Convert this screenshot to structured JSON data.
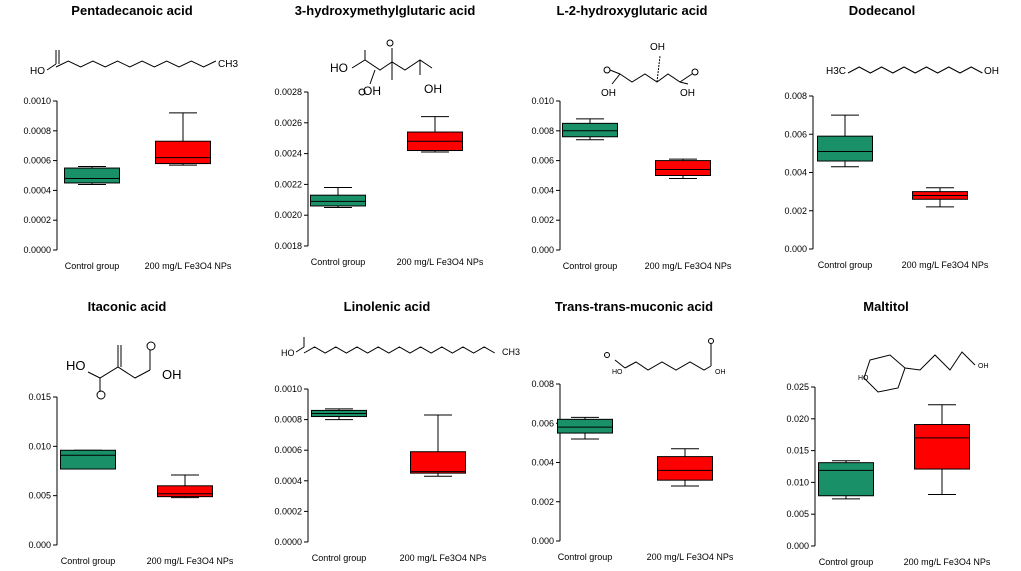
{
  "colors": {
    "control": "#1a9068",
    "treatment": "#ff0000"
  },
  "chart_data": [
    {
      "type": "box",
      "title": "Pentadecanoic acid",
      "structure_label": [
        "HO",
        "CH3"
      ],
      "categories": [
        "Control group",
        "200 mg/L Fe3O4 NPs"
      ],
      "ylim": [
        0,
        0.001
      ],
      "yticks": [
        "0.0000",
        "0.0002",
        "0.0004",
        "0.0006",
        "0.0008",
        "0.0010"
      ],
      "boxes": [
        {
          "min": 0.00044,
          "q1": 0.00045,
          "median": 0.00048,
          "q3": 0.00055,
          "max": 0.00056
        },
        {
          "min": 0.00057,
          "q1": 0.00058,
          "median": 0.00062,
          "q3": 0.00073,
          "max": 0.00092
        }
      ]
    },
    {
      "type": "box",
      "title": "3-hydroxymethylglutaric acid",
      "structure_label": [
        "HO",
        "OH",
        "OH"
      ],
      "categories": [
        "Control group",
        "200 mg/L Fe3O4 NPs"
      ],
      "ylim": [
        0.0018,
        0.0028
      ],
      "yticks": [
        "0.0018",
        "0.0020",
        "0.0022",
        "0.0024",
        "0.0026",
        "0.0028"
      ],
      "boxes": [
        {
          "min": 0.00205,
          "q1": 0.00206,
          "median": 0.00209,
          "q3": 0.00213,
          "max": 0.00218
        },
        {
          "min": 0.00241,
          "q1": 0.00242,
          "median": 0.00248,
          "q3": 0.00254,
          "max": 0.00264
        }
      ]
    },
    {
      "type": "box",
      "title": "L-2-hydroxyglutaric acid",
      "structure_label": [
        "OH",
        "OH",
        "OH"
      ],
      "categories": [
        "Control group",
        "200 mg/L Fe3O4 NPs"
      ],
      "ylim": [
        0,
        0.01
      ],
      "yticks": [
        "0.000",
        "0.002",
        "0.004",
        "0.006",
        "0.008",
        "0.010"
      ],
      "boxes": [
        {
          "min": 0.0074,
          "q1": 0.0076,
          "median": 0.008,
          "q3": 0.0085,
          "max": 0.0088
        },
        {
          "min": 0.0048,
          "q1": 0.005,
          "median": 0.0054,
          "q3": 0.006,
          "max": 0.0061
        }
      ]
    },
    {
      "type": "box",
      "title": "Dodecanol",
      "structure_label": [
        "H3C",
        "OH"
      ],
      "categories": [
        "Control group",
        "200 mg/L Fe3O4 NPs"
      ],
      "ylim": [
        0,
        0.008
      ],
      "yticks": [
        "0.000",
        "0.002",
        "0.004",
        "0.006",
        "0.008"
      ],
      "boxes": [
        {
          "min": 0.0043,
          "q1": 0.0046,
          "median": 0.0051,
          "q3": 0.0059,
          "max": 0.007
        },
        {
          "min": 0.0022,
          "q1": 0.0026,
          "median": 0.0028,
          "q3": 0.003,
          "max": 0.0032
        }
      ]
    },
    {
      "type": "box",
      "title": "Itaconic acid",
      "structure_label": [
        "HO",
        "OH"
      ],
      "categories": [
        "Control group",
        "200 mg/L Fe3O4 NPs"
      ],
      "ylim": [
        0,
        0.015
      ],
      "yticks": [
        "0.000",
        "0.005",
        "0.010",
        "0.015"
      ],
      "boxes": [
        {
          "min": 0.0077,
          "q1": 0.0077,
          "median": 0.0091,
          "q3": 0.0096,
          "max": 0.0096
        },
        {
          "min": 0.0048,
          "q1": 0.0049,
          "median": 0.0052,
          "q3": 0.006,
          "max": 0.0071
        }
      ]
    },
    {
      "type": "box",
      "title": "Linolenic acid",
      "structure_label": [
        "HO",
        "CH3"
      ],
      "categories": [
        "Control group",
        "200 mg/L Fe3O4 NPs"
      ],
      "ylim": [
        0,
        0.001
      ],
      "yticks": [
        "0.0000",
        "0.0002",
        "0.0004",
        "0.0006",
        "0.0008",
        "0.0010"
      ],
      "boxes": [
        {
          "min": 0.0008,
          "q1": 0.00082,
          "median": 0.00084,
          "q3": 0.00086,
          "max": 0.00087
        },
        {
          "min": 0.00043,
          "q1": 0.00045,
          "median": 0.00046,
          "q3": 0.00059,
          "max": 0.00083
        }
      ]
    },
    {
      "type": "box",
      "title": "Trans-trans-muconic acid",
      "structure_label": [
        "HO",
        "OH"
      ],
      "categories": [
        "Control group",
        "200 mg/L Fe3O4 NPs"
      ],
      "ylim": [
        0,
        0.008
      ],
      "yticks": [
        "0.000",
        "0.002",
        "0.004",
        "0.006",
        "0.008"
      ],
      "boxes": [
        {
          "min": 0.0052,
          "q1": 0.0055,
          "median": 0.0058,
          "q3": 0.0062,
          "max": 0.0063
        },
        {
          "min": 0.0028,
          "q1": 0.0031,
          "median": 0.0036,
          "q3": 0.0043,
          "max": 0.0047
        }
      ]
    },
    {
      "type": "box",
      "title": "Maltitol",
      "structure_label": [
        "HO",
        "OH"
      ],
      "categories": [
        "Control group",
        "200 mg/L Fe3O4 NPs"
      ],
      "ylim": [
        0,
        0.025
      ],
      "yticks": [
        "0.000",
        "0.005",
        "0.010",
        "0.015",
        "0.020",
        "0.025"
      ],
      "boxes": [
        {
          "min": 0.0074,
          "q1": 0.0079,
          "median": 0.0119,
          "q3": 0.0131,
          "max": 0.0134
        },
        {
          "min": 0.0081,
          "q1": 0.0121,
          "median": 0.017,
          "q3": 0.0191,
          "max": 0.0222
        }
      ]
    }
  ]
}
